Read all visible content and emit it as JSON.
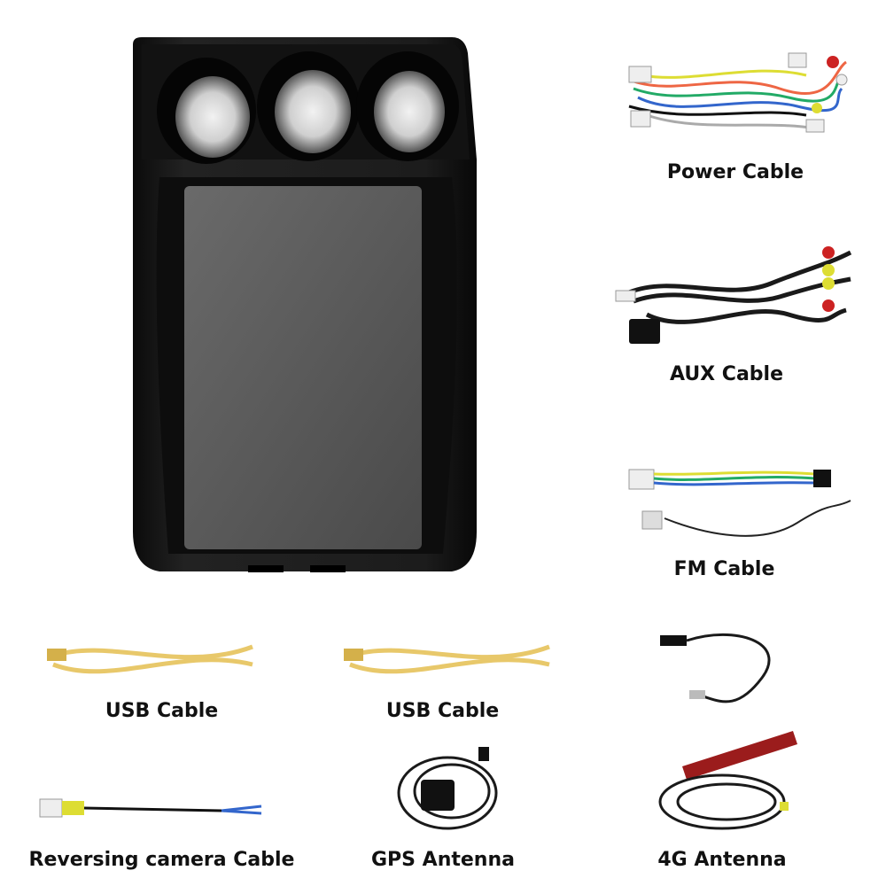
{
  "items": {
    "power_cable": {
      "label": "Power Cable"
    },
    "aux_cable": {
      "label": "AUX Cable"
    },
    "fm_cable": {
      "label": "FM Cable"
    },
    "usb_cable_1": {
      "label": "USB Cable"
    },
    "usb_cable_2": {
      "label": "USB Cable"
    },
    "reversing_camera_cable": {
      "label": "Reversing camera Cable"
    },
    "gps_antenna": {
      "label": "GPS Antenna"
    },
    "antenna_4g": {
      "label": "4G Antenna"
    }
  },
  "colors": {
    "unit_black": "#141414",
    "screen_grey": "#5a5a5a",
    "usb_yellow": "#e8c86a",
    "antenna_red": "#9b1c1c",
    "cable_black": "#1a1a1a"
  }
}
